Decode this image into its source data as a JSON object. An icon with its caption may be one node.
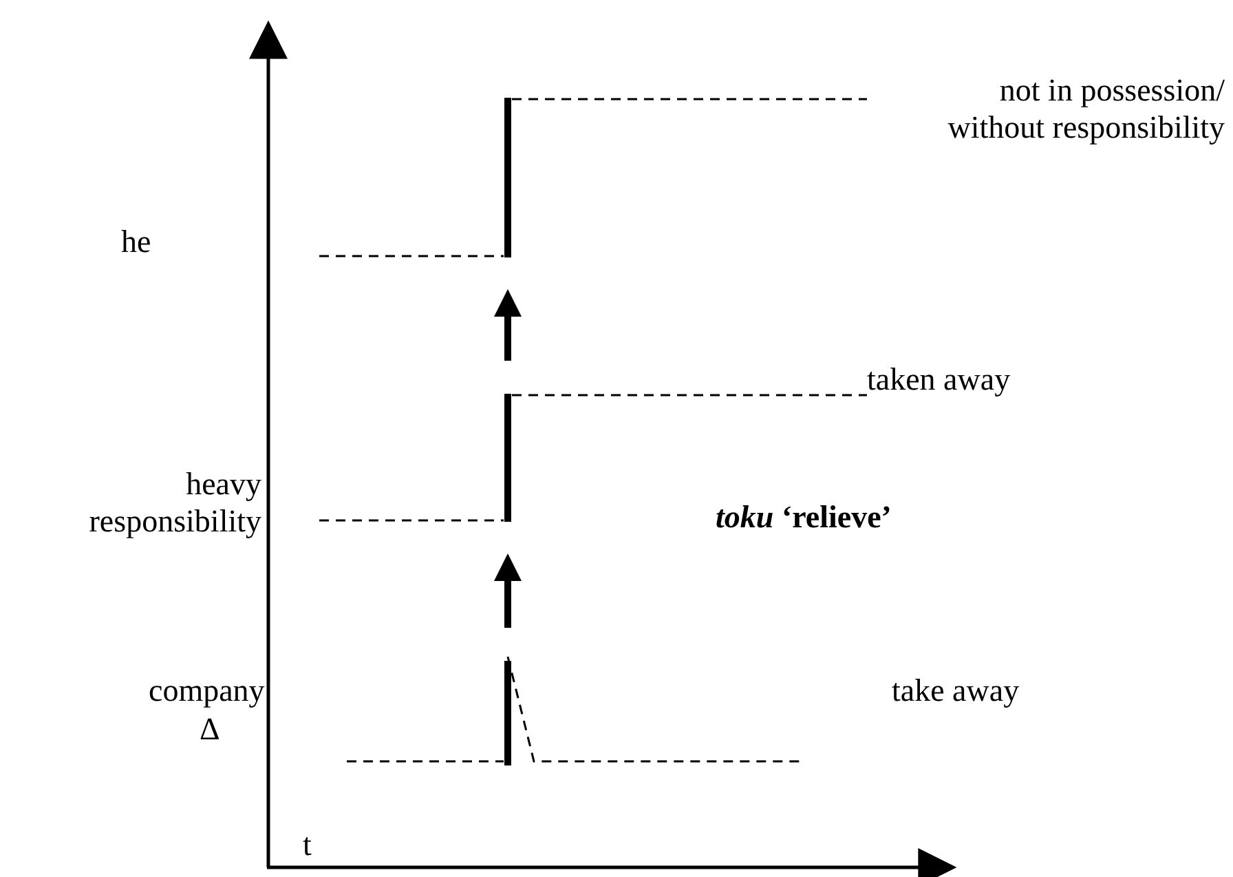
{
  "diagram": {
    "labels": [
      "not in possession/ without responsibility",
      "he",
      "taken away",
      "heavy responsibility",
      "*toku* ‘relieve’",
      "company",
      "Δ",
      "take away",
      "t"
    ]
  }
}
